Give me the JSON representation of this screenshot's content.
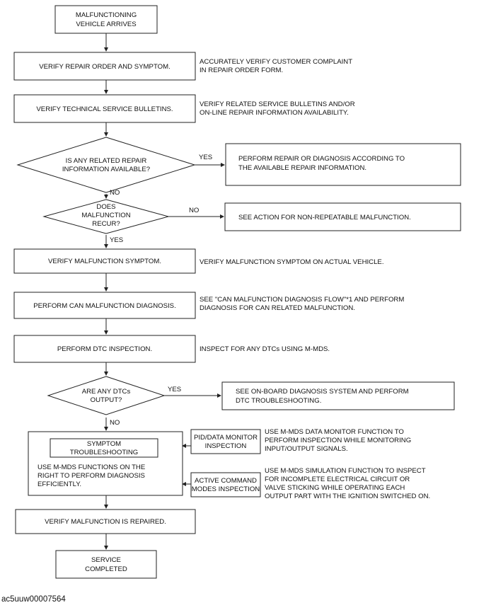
{
  "flow": {
    "start": [
      "MALFUNCTIONING",
      "VEHICLE ARRIVES"
    ],
    "step_verify_repair_order": "VERIFY REPAIR ORDER AND SYMPTOM.",
    "note_verify_repair_order": [
      "ACCURATELY VERIFY CUSTOMER COMPLAINT",
      "IN REPAIR ORDER FORM."
    ],
    "step_verify_tsb": "VERIFY TECHNICAL SERVICE BULLETINS.",
    "note_verify_tsb": [
      "VERIFY RELATED SERVICE BULLETINS AND/OR",
      "ON-LINE REPAIR INFORMATION AVAILABILITY."
    ],
    "decision_repair_info": [
      "IS ANY RELATED REPAIR",
      "INFORMATION AVAILABLE?"
    ],
    "label_yes_1": "YES",
    "action_perform_repair": [
      "PERFORM REPAIR OR DIAGNOSIS ACCORDING TO",
      "THE AVAILABLE REPAIR INFORMATION."
    ],
    "label_no_1": "NO",
    "decision_recur": [
      "DOES",
      "MALFUNCTION",
      "RECUR?"
    ],
    "label_no_2": "NO",
    "action_non_repeatable": "SEE ACTION FOR NON-REPEATABLE MALFUNCTION.",
    "label_yes_2": "YES",
    "step_verify_symptom": "VERIFY MALFUNCTION SYMPTOM.",
    "note_verify_symptom": "VERIFY MALFUNCTION SYMPTOM ON ACTUAL VEHICLE.",
    "step_can_diagnosis": "PERFORM CAN MALFUNCTION DIAGNOSIS.",
    "note_can_diagnosis": [
      "SEE \"CAN MALFUNCTION DIAGNOSIS FLOW\"*1 AND PERFORM",
      "DIAGNOSIS FOR CAN RELATED MALFUNCTION."
    ],
    "step_dtc_inspection": "PERFORM DTC INSPECTION.",
    "note_dtc_inspection": "INSPECT FOR ANY DTCs USING M-MDS.",
    "decision_dtcs": [
      "ARE ANY DTCs",
      "OUTPUT?"
    ],
    "label_yes_3": "YES",
    "action_obd": [
      "SEE ON-BOARD DIAGNOSIS SYSTEM AND PERFORM",
      "DTC TROUBLESHOOTING."
    ],
    "label_no_3": "NO",
    "symptom_title": [
      "SYMPTOM",
      "TROUBLESHOOTING"
    ],
    "symptom_text": [
      "USE M-MDS FUNCTIONS ON THE",
      "RIGHT TO PERFORM DIAGNOSIS",
      "EFFICIENTLY."
    ],
    "pid_box": [
      "PID/DATA MONITOR",
      "INSPECTION"
    ],
    "pid_note": [
      "USE M-MDS DATA MONITOR FUNCTION TO",
      "PERFORM INSPECTION WHILE MONITORING",
      "INPUT/OUTPUT SIGNALS."
    ],
    "active_box": [
      "ACTIVE COMMAND",
      "MODES INSPECTION"
    ],
    "active_note": [
      "USE M-MDS SIMULATION FUNCTION TO INSPECT",
      "FOR INCOMPLETE ELECTRICAL CIRCUIT OR",
      "VALVE STICKING WHILE OPERATING EACH",
      "OUTPUT PART WITH THE IGNITION SWITCHED ON."
    ],
    "step_verify_repaired": "VERIFY MALFUNCTION IS REPAIRED.",
    "end": [
      "SERVICE",
      "COMPLETED"
    ]
  },
  "caption": "ac5uuw00007564"
}
